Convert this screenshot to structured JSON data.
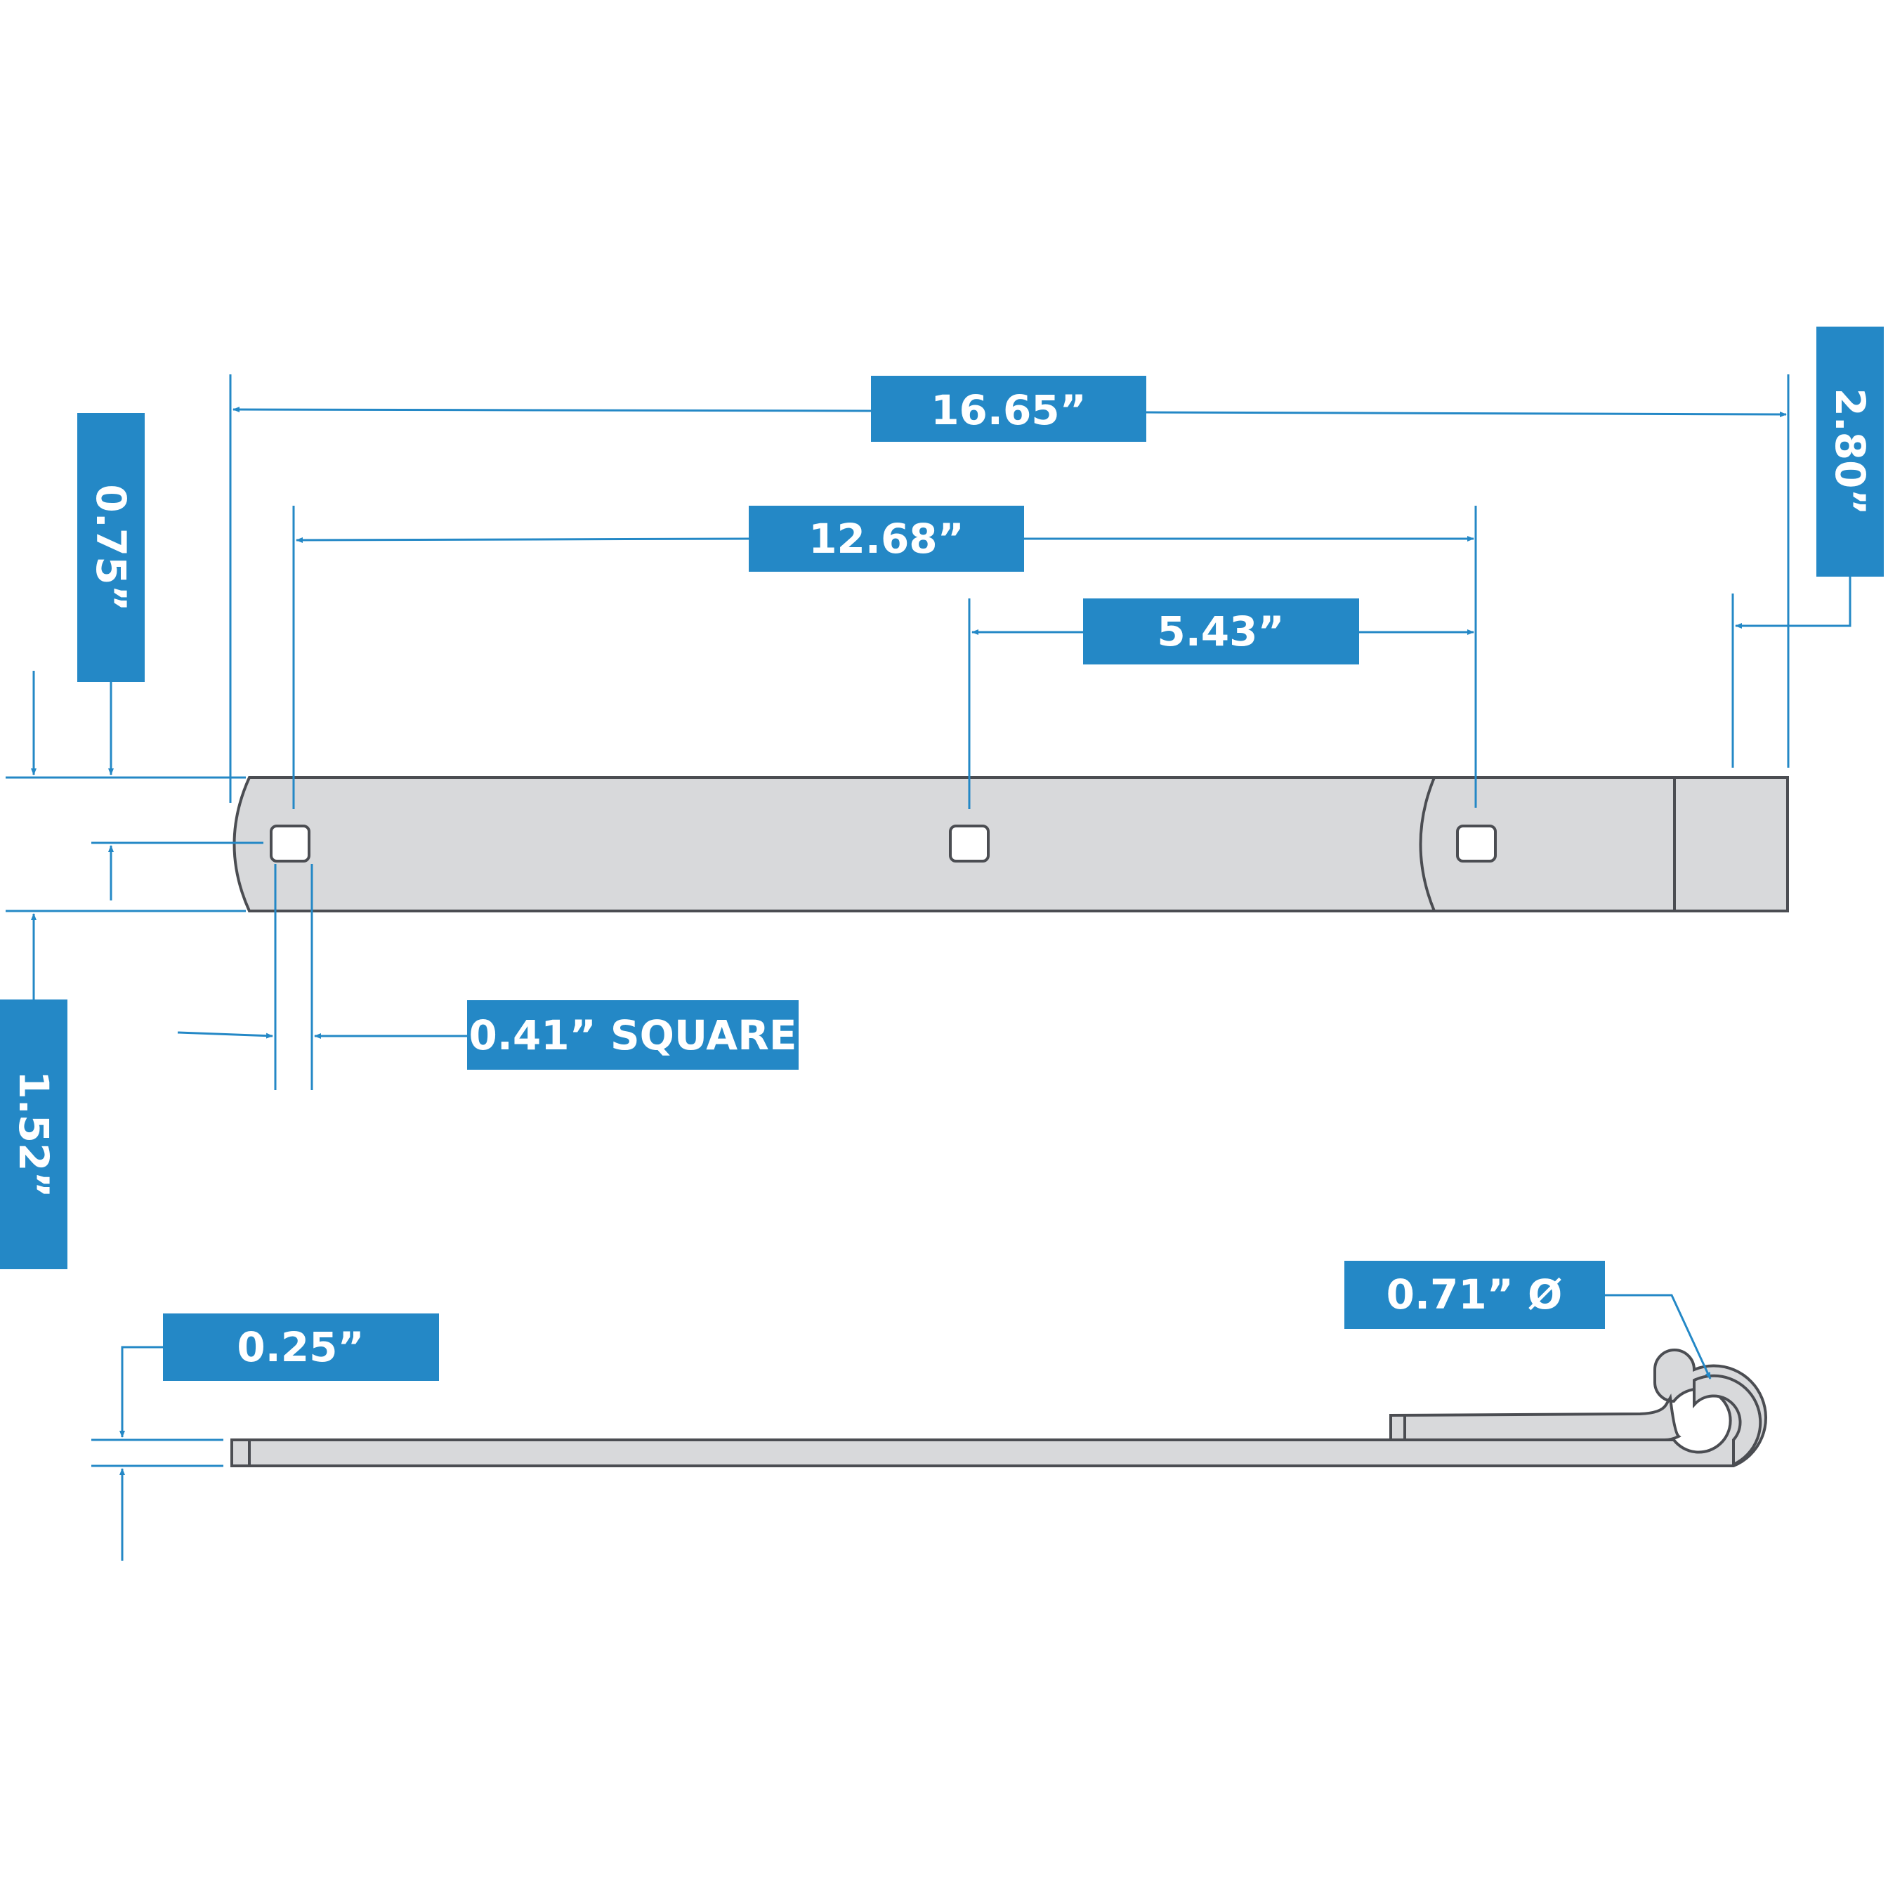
{
  "colors": {
    "accent": "#2488c6",
    "part_fill": "#d8d9db",
    "outline": "#4b4d52",
    "background": "#ffffff"
  },
  "labels": {
    "overall_length": "16.65”",
    "hole_span": "12.68”",
    "hole_gap": "5.43”",
    "end_offset": "2.80”",
    "hole_edge_offset": "0.75”",
    "strap_width": "1.52”",
    "hole_size": "0.41” SQUARE",
    "thickness": "0.25”",
    "eye_diameter": "0.71” Ø"
  }
}
